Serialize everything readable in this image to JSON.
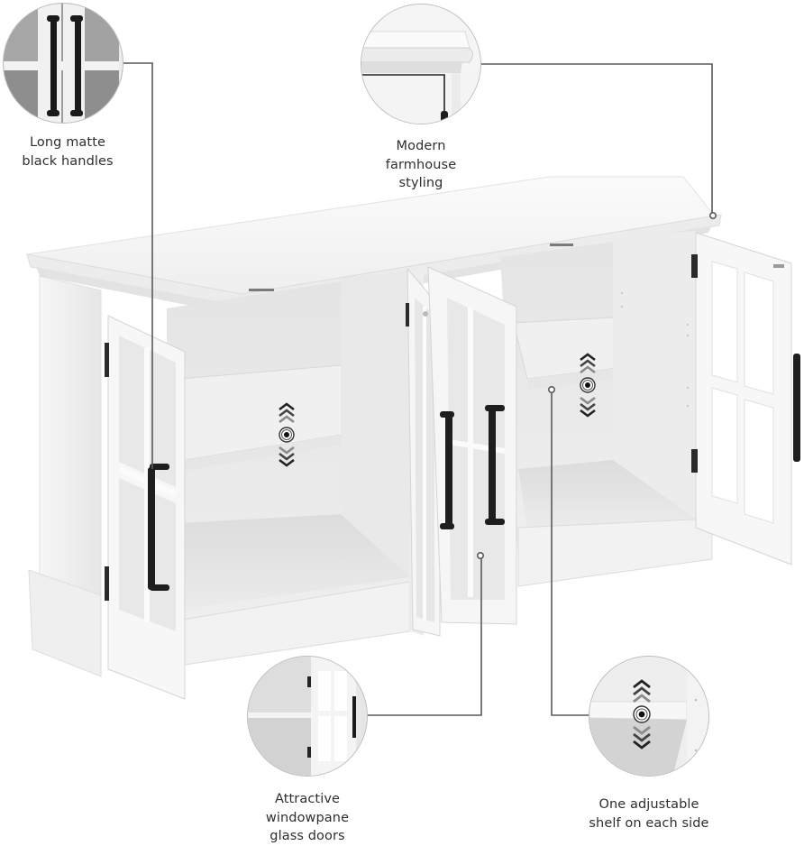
{
  "infographic": {
    "subject": "White sideboard cabinet with four glass windowpane doors",
    "colors": {
      "background": "#ffffff",
      "cabinet_white": "#f4f4f4",
      "cabinet_shadow": "#d9d9d9",
      "hardware_black": "#1e1e1e",
      "callout_line": "#5a5a5a",
      "label_text": "#2e2e2e"
    },
    "callouts": [
      {
        "id": "handles",
        "icon": "handles-zoom-icon",
        "lines": [
          "Long matte",
          "black handles"
        ]
      },
      {
        "id": "styling",
        "icon": "crown-molding-zoom-icon",
        "lines": [
          "Modern",
          "farmhouse",
          "styling"
        ]
      },
      {
        "id": "glass-doors",
        "icon": "windowpane-door-zoom-icon",
        "lines": [
          "Attractive",
          "windowpane",
          "glass doors"
        ]
      },
      {
        "id": "shelf",
        "icon": "adjustable-shelf-zoom-icon",
        "lines": [
          "One adjustable",
          "shelf on each side"
        ]
      }
    ],
    "shelf_indicators": [
      {
        "id": "left-shelf",
        "icon": "adjust-up-down-icon"
      },
      {
        "id": "right-shelf",
        "icon": "adjust-up-down-icon"
      }
    ]
  }
}
